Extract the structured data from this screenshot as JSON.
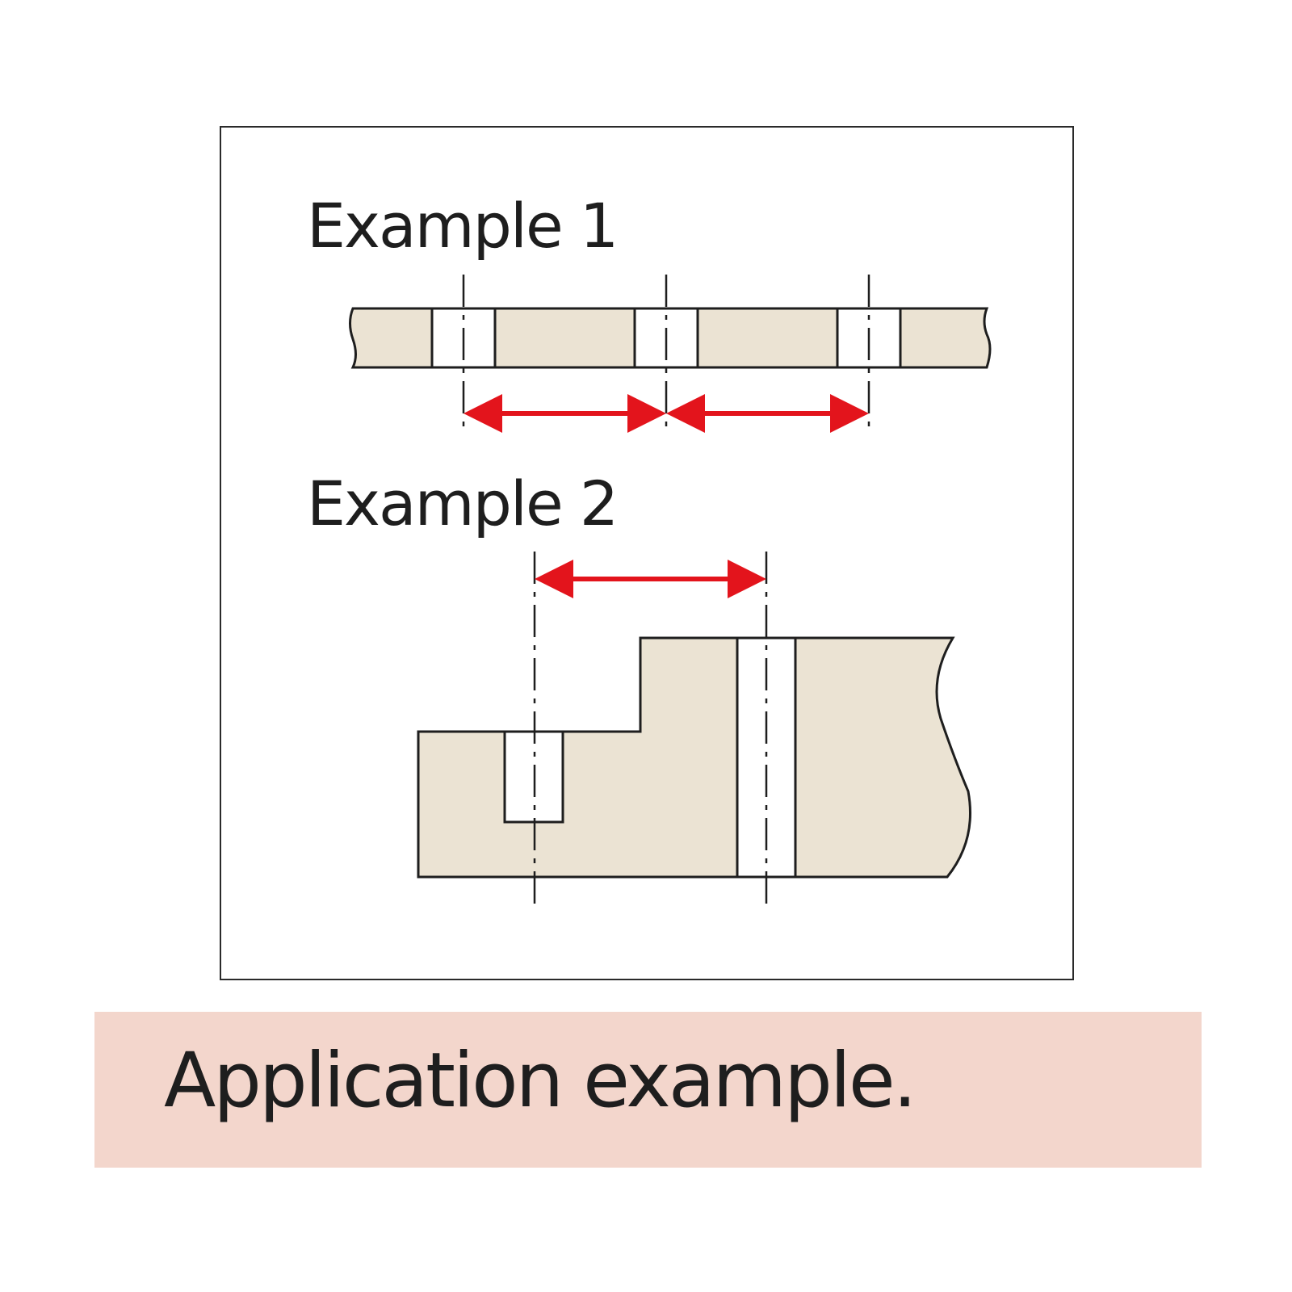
{
  "examples": [
    {
      "label": "Example 1"
    },
    {
      "label": "Example 2"
    }
  ],
  "caption": "Application example.",
  "colors": {
    "part_fill": "#ebe3d3",
    "outline": "#1e1e1e",
    "arrow": "#e3141c",
    "caption_band": "#f3d6cc"
  }
}
